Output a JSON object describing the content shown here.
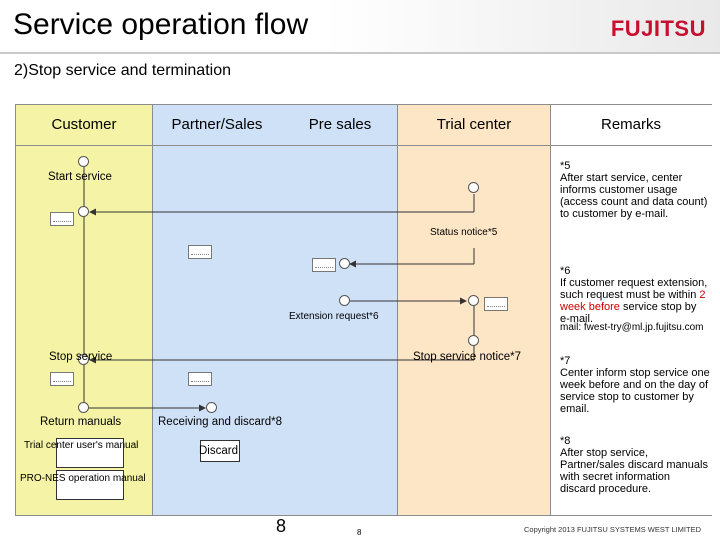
{
  "header": {
    "title": "Service operation flow",
    "logo": "FUJITSU",
    "subtitle": "2)Stop service and termination"
  },
  "lanes": {
    "customer": "Customer",
    "partner": "Partner/Sales",
    "presales": "Pre sales",
    "trial": "Trial center",
    "remarks": "Remarks"
  },
  "labels": {
    "start_service": "Start service",
    "status_notice": "Status notice*5",
    "extension_request": "Extension request*6",
    "stop_service": "Stop service",
    "stop_service_notice": "Stop service notice*7",
    "return_manuals": "Return manuals",
    "receiving_discard": "Receiving and discard*8",
    "manual_1": "Trial center user's manual",
    "manual_2": "PRO-NES operation manual",
    "discard": "Discard"
  },
  "remarks": {
    "r5": "*5\nAfter start service, center informs customer usage (access count and data count) to customer by e-mail.",
    "r6_a": "*6\nIf customer request extension, such request must be within ",
    "r6_red": "2 week before",
    "r6_b": " service stop by e-mail.",
    "r6_mail": "mail: fwest-try@ml.jp.fujitsu.com",
    "r7": "*7\nCenter inform stop service one week before and on the day of service stop to customer by email.",
    "r8": "*8\nAfter stop service, Partner/sales discard manuals with secret information discard procedure."
  },
  "footer": {
    "page_number": "8",
    "small_page": "8",
    "copyright": "Copyright 2013 FUJITSU SYSTEMS WEST LIMITED"
  }
}
